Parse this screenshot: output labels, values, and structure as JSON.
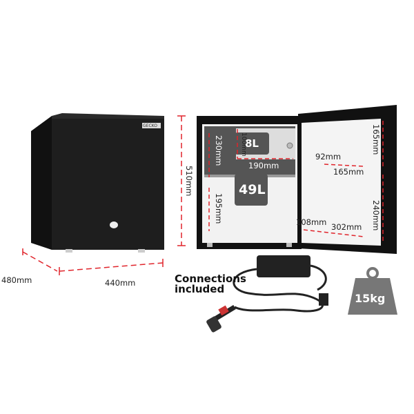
{
  "closed_fridge": {
    "brand_badge": "GECKO",
    "height_label": "510mm",
    "depth_label": "480mm",
    "width_label": "440mm"
  },
  "open_fridge": {
    "freezer_capacity": "8L",
    "freezer_height": "100mm",
    "freezer_width": "190mm",
    "upper_height": "230mm",
    "main_capacity": "49L",
    "lower_height": "195mm",
    "door_shelf_top_depth": "92mm",
    "door_shelf_top_width": "165mm",
    "door_upper_height": "165mm",
    "door_lower_height": "240mm",
    "door_shelf_bottom_depth": "108mm",
    "door_shelf_bottom_width": "302mm"
  },
  "accessories": {
    "line1": "Connections",
    "line2": "included"
  },
  "weight": {
    "label": "15kg"
  },
  "colors": {
    "dimension_line": "#e0242b",
    "fridge_body": "#1a1a1a",
    "weight_icon": "#777777"
  }
}
